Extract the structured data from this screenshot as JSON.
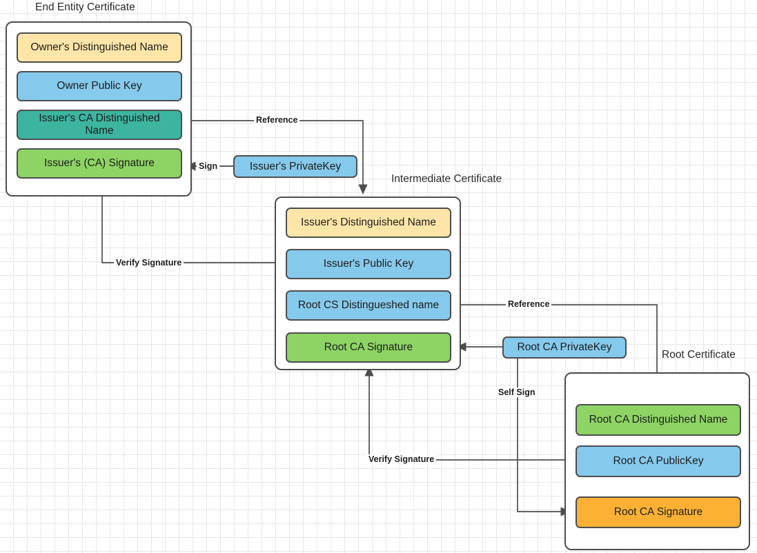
{
  "diagram": {
    "title_end_entity": "End Entity Certificate",
    "title_intermediate": "Intermediate Certificate",
    "title_root": "Root Certificate"
  },
  "end_entity_certificate": {
    "fields": [
      {
        "label": "Owner's Distinguished Name",
        "color": "#ffe6a8"
      },
      {
        "label": "Owner Public  Key",
        "color": "#85c9ec"
      },
      {
        "label": "Issuer's CA Distinguished\nName",
        "color": "#3cb4a0"
      },
      {
        "label": "Issuer's (CA) Signature",
        "color": "#8dd464"
      }
    ]
  },
  "intermediate_certificate": {
    "fields": [
      {
        "label": "Issuer's Distinguished Name",
        "color": "#ffe6a8"
      },
      {
        "label": "Issuer's Public  Key",
        "color": "#85c9ec"
      },
      {
        "label": "Root CS Distingueshed name",
        "color": "#85c9ec"
      },
      {
        "label": "Root CA Signature",
        "color": "#8dd464"
      }
    ]
  },
  "root_certificate": {
    "fields": [
      {
        "label": "Root CA Distinguished Name",
        "color": "#8dd464"
      },
      {
        "label": "Root CA PublicKey",
        "color": "#85c9ec"
      },
      {
        "label": "Root CA Signature",
        "color": "#fcb134"
      }
    ]
  },
  "keys": {
    "issuer_private_key": "Issuer's PrivateKey",
    "root_ca_private_key": "Root CA PrivateKey"
  },
  "edges": {
    "reference_top": "Reference",
    "sign": "Sign",
    "verify_signature_top": "Verify Signature",
    "reference_bottom": "Reference",
    "self_sign": "Self Sign",
    "verify_signature_bottom": "Verify Signature"
  },
  "colors": {
    "stroke": "#4d4d4d",
    "text": "#1d1d1d",
    "grid_minor": "#e8e8e8",
    "grid_major": "#cfcfcf",
    "background": "#ffffff"
  }
}
